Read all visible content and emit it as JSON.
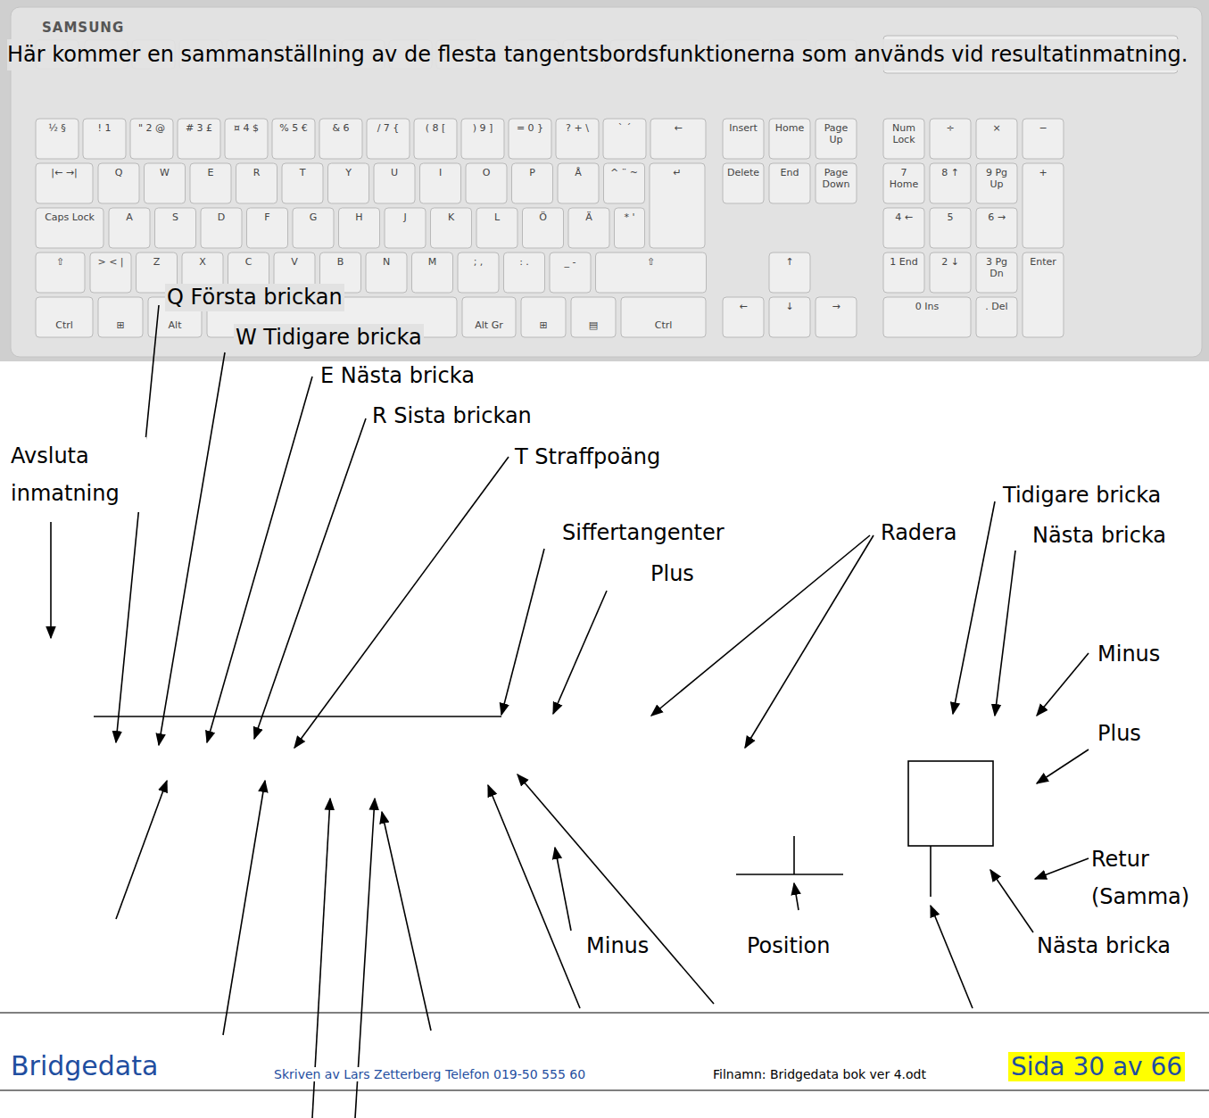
{
  "diagram": {
    "labels": [
      "SAMSUNG",
      "Här kommer en sammanställning av de flesta tangentsbordsfunktionerna som används vid resultatinmatning.",
      "½ §",
      "! 1",
      "\" 2 @",
      "# 3 £",
      "¤ 4 $",
      "% 5 €",
      "& 6",
      "/ 7 {",
      "( 8 [",
      ") 9 ]",
      "= 0 }",
      "? + \\",
      "` ´",
      "←",
      "Insert",
      "Home",
      "Page Up",
      "Num Lock",
      "÷",
      "×",
      "−",
      "|← →|",
      "Q",
      "W",
      "E",
      "R",
      "T",
      "Y",
      "U",
      "I",
      "O",
      "P",
      "Å",
      "^ ¨ ~",
      "↵",
      "Delete",
      "End",
      "Page Down",
      "7 Home",
      "8 ↑",
      "9 Pg Up",
      "+",
      "Caps Lock",
      "A",
      "S",
      "D",
      "F",
      "G",
      "H",
      "J",
      "K",
      "L",
      "Ö",
      "Ä",
      "* '",
      "4 ←",
      "5",
      "6 →",
      "⇧",
      "> < |",
      "Z",
      "X",
      "C",
      "V",
      "B",
      "N",
      "M",
      "; ,",
      ": .",
      "_ -",
      "⇧",
      "↑",
      "1 End",
      "2 ↓",
      "3 Pg Dn",
      "Enter",
      "Ctrl",
      "⊞",
      "Alt",
      "Alt Gr",
      "⊞",
      "▤",
      "Ctrl",
      "←",
      "↓",
      "→",
      "0 Ins",
      ". Del",
      "Q Första brickan",
      "W Tidigare bricka",
      "E Nästa bricka",
      "R Sista brickan",
      "Avsluta inmatning",
      "T Straffpoäng",
      "Tidigare bricka",
      "Siffertangenter",
      "Radera",
      "Nästa bricka",
      "Plus",
      "Minus",
      "Plus",
      "Retur (Samma)",
      "Minus",
      "Position",
      "Nästa bricka",
      "Bridgedata",
      "Skriven av Lars Zetterberg Telefon 019-50 555 60",
      "Filnamn: Bridgedata bok ver 4.odt",
      "Sida 30 av 66"
    ]
  }
}
